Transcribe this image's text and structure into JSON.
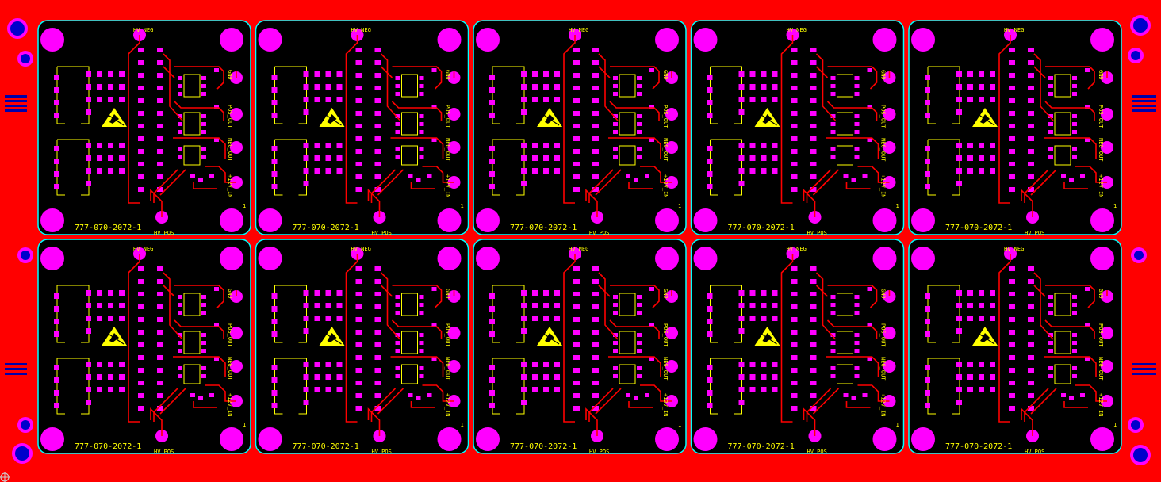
{
  "board": {
    "panel_rows": 2,
    "panel_cols": 5,
    "part_number": "777-070-2072-1",
    "labels": {
      "hv_neg": "HV NEG",
      "hv_pos": "HV POS",
      "gnd": "GND",
      "pos_out": "POS_OUT",
      "neg_out": "NEG_OUT",
      "v12_in": "+12V_IN",
      "pin1": "1"
    }
  },
  "colors": {
    "background": "#000000",
    "frame_copper": "#ff0000",
    "trace": "#ff0000",
    "pad": "#ff00ff",
    "silkscreen": "#ffff00",
    "outline": "#00ffff",
    "mounting_hole": "#0000ff"
  },
  "icons": [
    "esd-warning-icon",
    "mounting-hole-icon",
    "origin-marker-icon"
  ]
}
